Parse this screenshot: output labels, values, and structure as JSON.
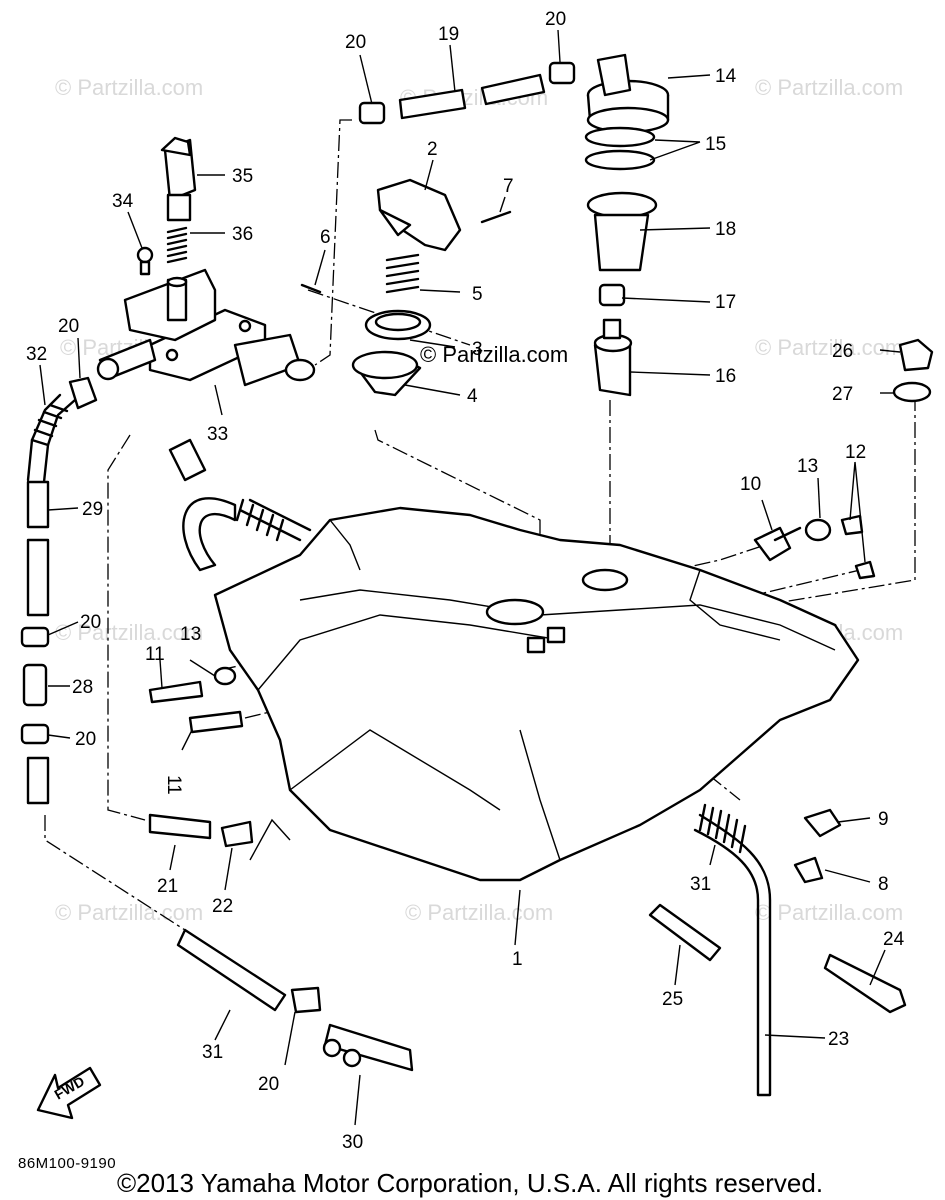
{
  "watermark": "© Partzilla.com",
  "center_watermark": "© Partzilla.com",
  "diagram_code": "86M100-9190",
  "fwd_label": "FWD",
  "copyright": "©2013 Yamaha Motor Corporation, U.S.A. All rights reserved.",
  "callouts": [
    "1",
    "2",
    "3",
    "4",
    "5",
    "6",
    "7",
    "8",
    "9",
    "10",
    "11",
    "11",
    "12",
    "13",
    "13",
    "14",
    "15",
    "16",
    "17",
    "18",
    "19",
    "20",
    "20",
    "20",
    "20",
    "20",
    "20",
    "21",
    "22",
    "23",
    "24",
    "25",
    "26",
    "27",
    "28",
    "29",
    "30",
    "31",
    "31",
    "32",
    "33",
    "34",
    "35",
    "36"
  ]
}
